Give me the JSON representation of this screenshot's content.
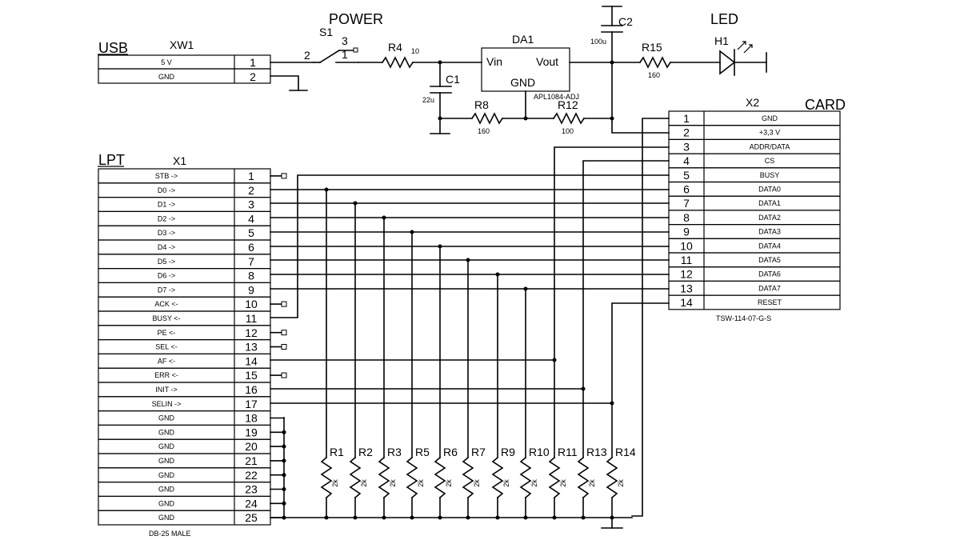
{
  "titles": {
    "usb": "USB",
    "power": "POWER",
    "led": "LED",
    "lpt": "LPT",
    "card": "CARD"
  },
  "usb": {
    "ref": "XW1",
    "pins": [
      {
        "label": "5 V",
        "num": "1"
      },
      {
        "label": "GND",
        "num": "2"
      }
    ]
  },
  "lpt": {
    "ref": "X1",
    "part": "DB-25 MALE",
    "pins": [
      {
        "label": "STB ->",
        "num": "1"
      },
      {
        "label": "D0 ->",
        "num": "2"
      },
      {
        "label": "D1 ->",
        "num": "3"
      },
      {
        "label": "D2 ->",
        "num": "4"
      },
      {
        "label": "D3 ->",
        "num": "5"
      },
      {
        "label": "D4 ->",
        "num": "6"
      },
      {
        "label": "D5 ->",
        "num": "7"
      },
      {
        "label": "D6 ->",
        "num": "8"
      },
      {
        "label": "D7 ->",
        "num": "9"
      },
      {
        "label": "ACK <-",
        "num": "10"
      },
      {
        "label": "BUSY <-",
        "num": "11"
      },
      {
        "label": "PE <-",
        "num": "12"
      },
      {
        "label": "SEL <-",
        "num": "13"
      },
      {
        "label": "AF <-",
        "num": "14"
      },
      {
        "label": "ERR <-",
        "num": "15"
      },
      {
        "label": "INIT ->",
        "num": "16"
      },
      {
        "label": "SELIN ->",
        "num": "17"
      },
      {
        "label": "GND",
        "num": "18"
      },
      {
        "label": "GND",
        "num": "19"
      },
      {
        "label": "GND",
        "num": "20"
      },
      {
        "label": "GND",
        "num": "21"
      },
      {
        "label": "GND",
        "num": "22"
      },
      {
        "label": "GND",
        "num": "23"
      },
      {
        "label": "GND",
        "num": "24"
      },
      {
        "label": "GND",
        "num": "25"
      }
    ]
  },
  "card": {
    "ref": "X2",
    "part": "TSW-114-07-G-S",
    "pins": [
      {
        "label": "GND",
        "num": "1"
      },
      {
        "label": "+3,3 V",
        "num": "2"
      },
      {
        "label": "ADDR/DATA",
        "num": "3"
      },
      {
        "label": "CS",
        "num": "4"
      },
      {
        "label": "BUSY",
        "num": "5"
      },
      {
        "label": "DATA0",
        "num": "6"
      },
      {
        "label": "DATA1",
        "num": "7"
      },
      {
        "label": "DATA2",
        "num": "8"
      },
      {
        "label": "DATA3",
        "num": "9"
      },
      {
        "label": "DATA4",
        "num": "10"
      },
      {
        "label": "DATA5",
        "num": "11"
      },
      {
        "label": "DATA6",
        "num": "12"
      },
      {
        "label": "DATA7",
        "num": "13"
      },
      {
        "label": "RESET",
        "num": "14"
      }
    ]
  },
  "switch": {
    "ref": "S1",
    "pin1": "1",
    "pin2": "2",
    "pin3": "3"
  },
  "regulator": {
    "ref": "DA1",
    "vin": "Vin",
    "vout": "Vout",
    "gnd": "GND",
    "part": "APL1084-ADJ"
  },
  "passives": {
    "r4": {
      "ref": "R4",
      "value": "10"
    },
    "c1": {
      "ref": "C1",
      "value": "22u"
    },
    "c2": {
      "ref": "C2",
      "value": "100u"
    },
    "r8": {
      "ref": "R8",
      "value": "160"
    },
    "r12": {
      "ref": "R12",
      "value": "100"
    },
    "r15": {
      "ref": "R15",
      "value": "160"
    },
    "h1": {
      "ref": "H1"
    }
  },
  "pullups": [
    {
      "ref": "R1",
      "value": "2k"
    },
    {
      "ref": "R2",
      "value": "2k"
    },
    {
      "ref": "R3",
      "value": "2k"
    },
    {
      "ref": "R5",
      "value": "2k"
    },
    {
      "ref": "R6",
      "value": "2k"
    },
    {
      "ref": "R7",
      "value": "2k"
    },
    {
      "ref": "R9",
      "value": "2k"
    },
    {
      "ref": "R10",
      "value": "2k"
    },
    {
      "ref": "R11",
      "value": "2k"
    },
    {
      "ref": "R13",
      "value": "2k"
    },
    {
      "ref": "R14",
      "value": "2k"
    }
  ]
}
